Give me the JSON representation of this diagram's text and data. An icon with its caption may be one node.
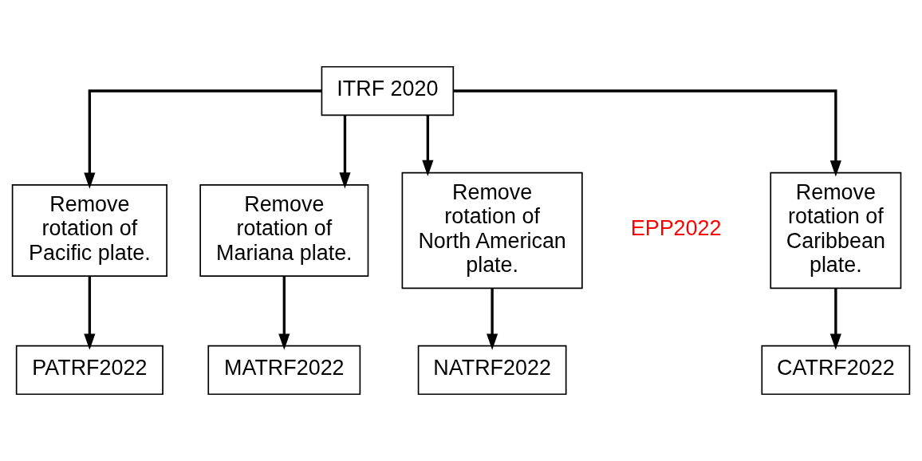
{
  "diagram": {
    "nodes": [
      {
        "text": [
          "ITRF 2020"
        ]
      },
      {
        "text": [
          "Remove rotation of North American plate."
        ]
      },
      {
        "text": [
          "Remove rotation of Caribbean plate."
        ]
      },
      {
        "text": [
          "Remove rotation of Pacific plate."
        ]
      },
      {
        "text": [
          "Remove rotation of Mariana plate."
        ]
      },
      {
        "text": [
          "NATRF2022"
        ]
      },
      {
        "text": [
          "CATRF2022"
        ]
      },
      {
        "text": [
          "PATRF2022"
        ]
      },
      {
        "text": [
          "MATRF2022"
        ]
      }
    ],
    "edges": [
      {
        "from": 0,
        "to": 1,
        "arrow": "to"
      },
      {
        "from": 0,
        "to": 2,
        "arrow": "to"
      },
      {
        "from": 0,
        "to": 3,
        "arrow": "to"
      },
      {
        "from": 0,
        "to": 4,
        "arrow": "to"
      },
      {
        "from": 1,
        "to": 5,
        "arrow": "to"
      },
      {
        "from": 2,
        "to": 6,
        "arrow": "to"
      },
      {
        "from": 3,
        "to": 7,
        "arrow": "to"
      },
      {
        "from": 4,
        "to": 8,
        "arrow": "to"
      }
    ],
    "labels": [
      "EPP2022"
    ]
  }
}
